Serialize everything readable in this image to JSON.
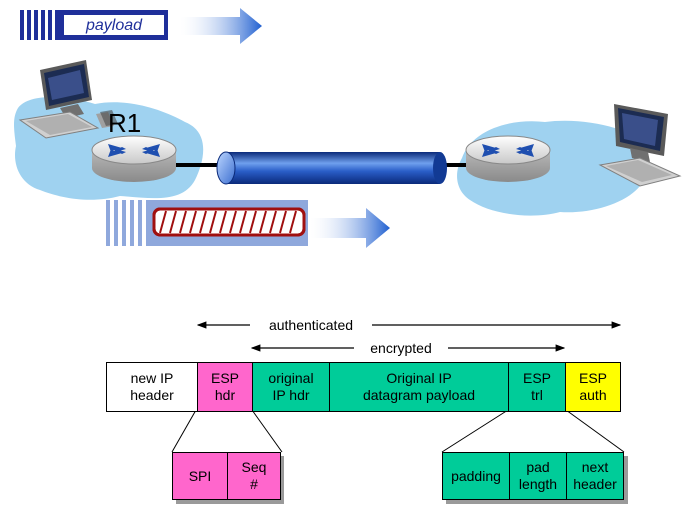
{
  "top_packet": {
    "label": "payload"
  },
  "router_label": "R1",
  "annotations": {
    "authenticated": "authenticated",
    "encrypted": "encrypted"
  },
  "esp_datagram": {
    "fields": [
      {
        "line1": "new IP",
        "line2": "header",
        "color": "#ffffff"
      },
      {
        "line1": "ESP",
        "line2": "hdr",
        "color": "#ff66cc"
      },
      {
        "line1": "original",
        "line2": "IP hdr",
        "color": "#00cc99"
      },
      {
        "line1": "Original IP",
        "line2": "datagram payload",
        "color": "#00cc99"
      },
      {
        "line1": "ESP",
        "line2": "trl",
        "color": "#00cc99"
      },
      {
        "line1": "ESP",
        "line2": "auth",
        "color": "#ffff00"
      }
    ]
  },
  "esp_header_detail": [
    {
      "line1": "SPI",
      "line2": ""
    },
    {
      "line1": "Seq",
      "line2": "#"
    }
  ],
  "esp_trailer_detail": [
    {
      "line1": "padding",
      "line2": ""
    },
    {
      "line1": "pad",
      "line2": "length"
    },
    {
      "line1": "next",
      "line2": "header"
    }
  ],
  "colors": {
    "network_cloud": "#9fd2f0",
    "tunnel": "#1f4fa8",
    "arrow": "#1f5fd0",
    "packet_header": "#1f2f9a",
    "tunnel_packet_header": "#8fa8dc",
    "encrypted_border": "#a01010",
    "esp_pink": "#ff66cc",
    "esp_green": "#00cc99",
    "esp_yellow": "#ffff00"
  },
  "icons": [
    "desktop-computer-icon",
    "router-icon",
    "ipsec-tunnel-icon"
  ]
}
